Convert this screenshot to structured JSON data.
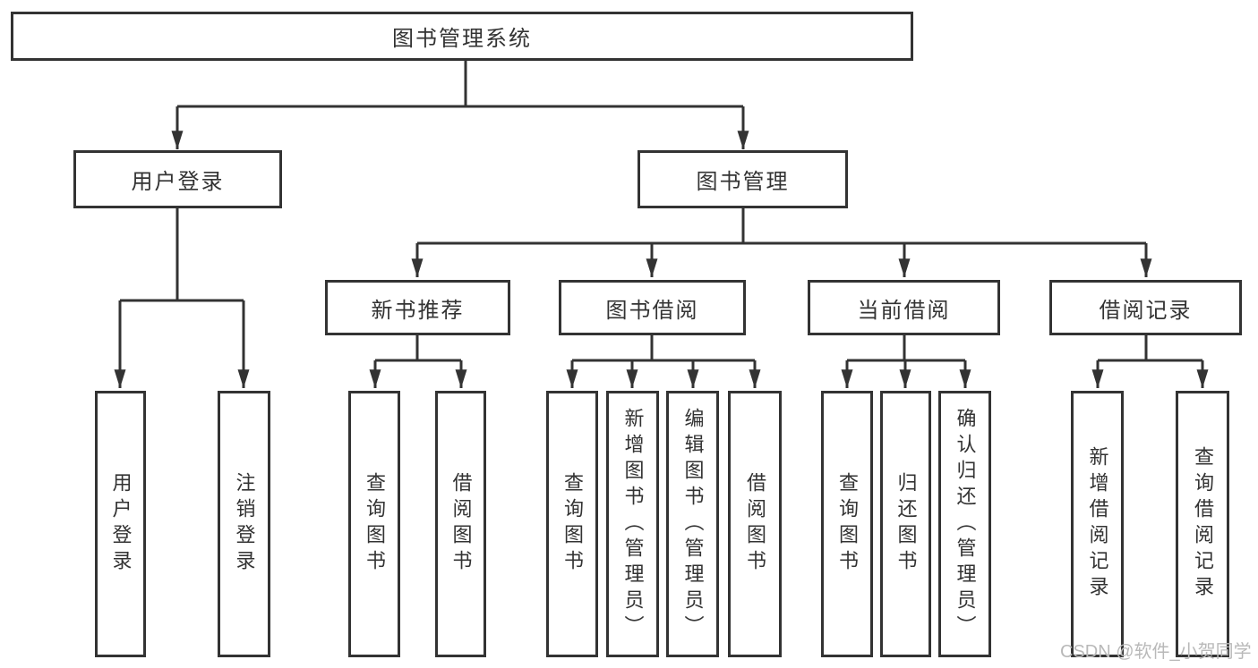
{
  "diagram": {
    "root": {
      "label": "图书管理系统"
    },
    "level2": {
      "user_login": {
        "label": "用户登录"
      },
      "book_mgmt": {
        "label": "图书管理"
      }
    },
    "level3": {
      "new_books": {
        "label": "新书推荐"
      },
      "borrow": {
        "label": "图书借阅"
      },
      "current": {
        "label": "当前借阅"
      },
      "records": {
        "label": "借阅记录"
      }
    },
    "leaves": {
      "login": {
        "label": "用户登录"
      },
      "logout": {
        "label": "注销登录"
      },
      "nb_query": {
        "label": "查询图书"
      },
      "nb_borrow": {
        "label": "借阅图书"
      },
      "bw_query": {
        "label": "查询图书"
      },
      "bw_add": {
        "label": "新增图书（管理员）"
      },
      "bw_edit": {
        "label": "编辑图书（管理员）"
      },
      "bw_borrow": {
        "label": "借阅图书"
      },
      "cu_query": {
        "label": "查询图书"
      },
      "cu_return": {
        "label": "归还图书"
      },
      "cu_confirm": {
        "label": "确认归还（管理员）"
      },
      "rc_add": {
        "label": "新增借阅记录"
      },
      "rc_query": {
        "label": "查询借阅记录"
      }
    },
    "watermark": "CSDN @软件_小贺同学",
    "colors": {
      "line": "#333333",
      "border": "#333333",
      "text": "#333333",
      "background": "#ffffff",
      "watermark": "#b9b9b9"
    }
  }
}
